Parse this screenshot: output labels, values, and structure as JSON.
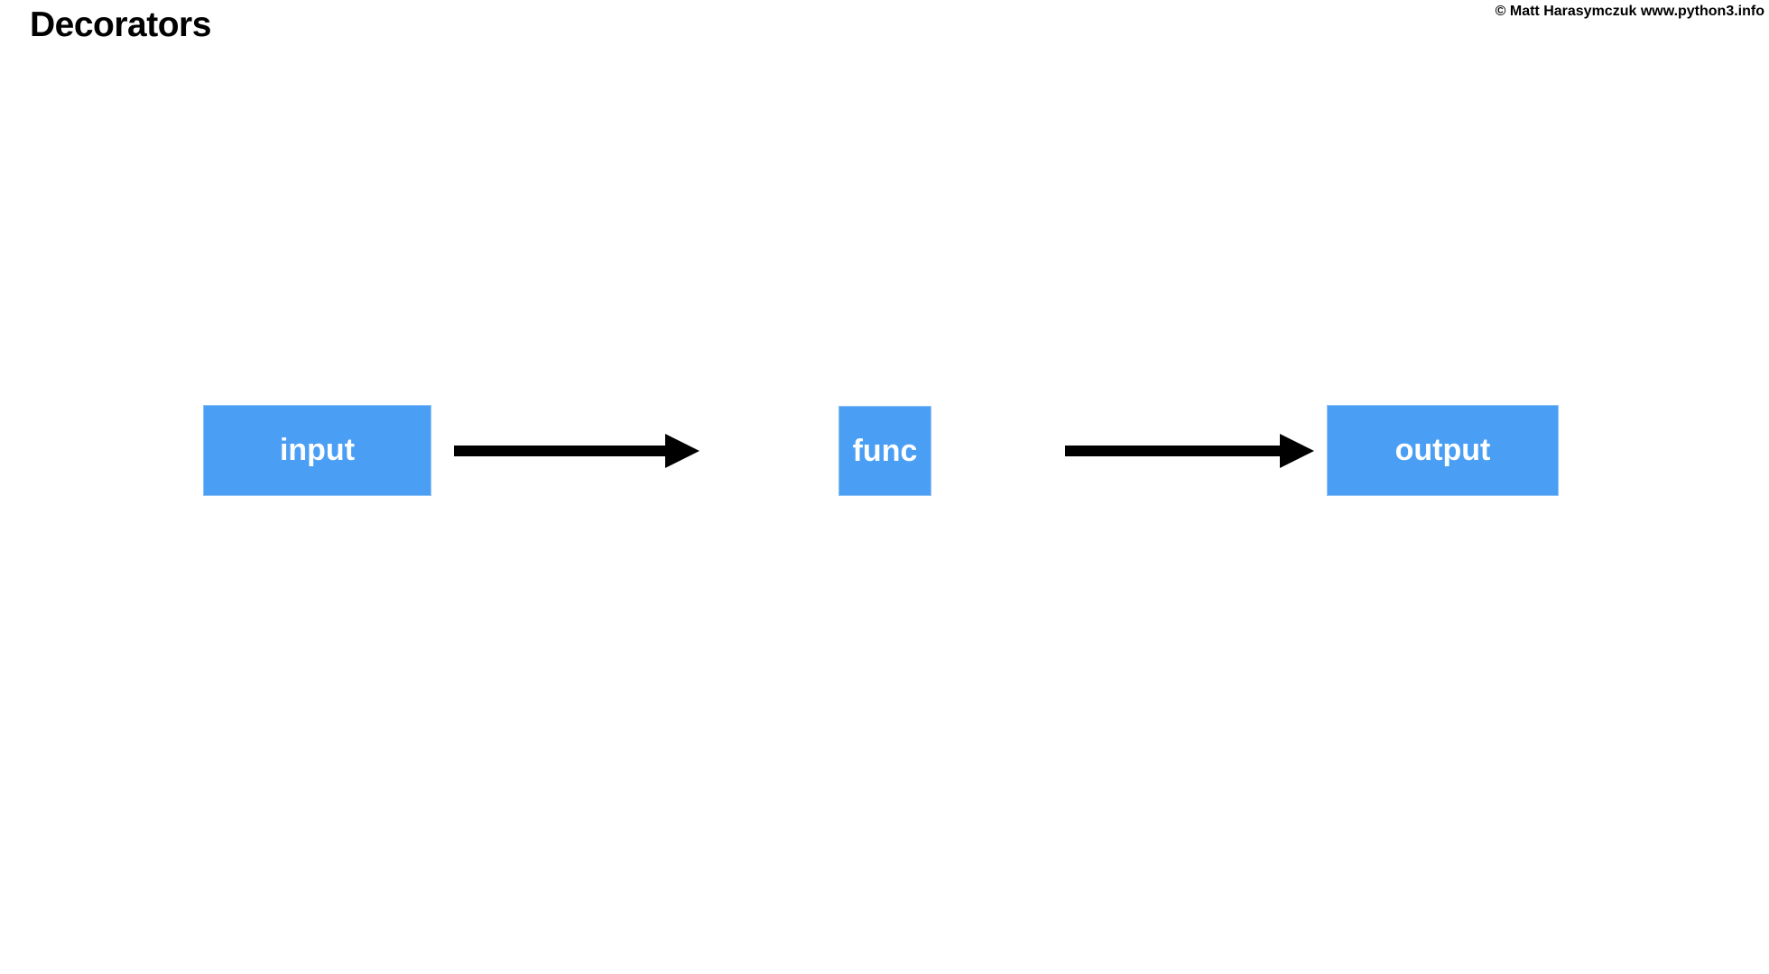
{
  "slide": {
    "title": "Decorators",
    "copyright": "© Matt Harasymczuk www.python3.info",
    "colors": {
      "background": "#FFFFFF",
      "box_fill": "#4A9FF5",
      "box_text": "#FFFFFF",
      "arrow": "#000000",
      "title_text": "#000000"
    },
    "diagram": {
      "nodes": [
        {
          "id": "input",
          "label": "input"
        },
        {
          "id": "func",
          "label": "func"
        },
        {
          "id": "output",
          "label": "output"
        }
      ],
      "arrows": [
        {
          "from": "input",
          "to": "func"
        },
        {
          "from": "func",
          "to": "output"
        }
      ]
    }
  }
}
